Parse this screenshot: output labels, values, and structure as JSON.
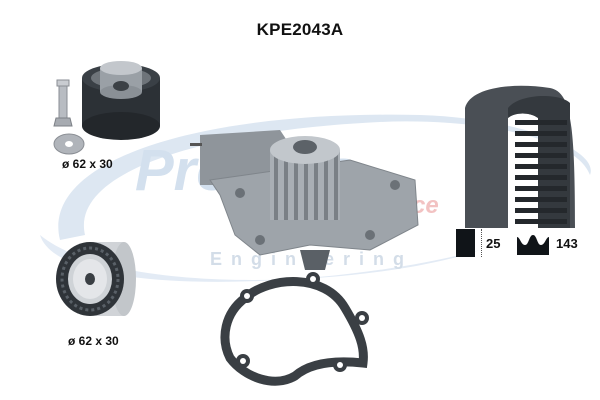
{
  "title": "KPE2043A",
  "watermark": {
    "brand": "Pro Kits",
    "subtitle": "Engineering",
    "overlay": "France",
    "swoosh_color": "#dbe6f2",
    "overlay_color": "#f0b6b6"
  },
  "components": {
    "tensioner_pulley": {
      "label": "ø 62 x 30"
    },
    "idler_pulley": {
      "label": "ø 62 x 30"
    },
    "water_pump": {
      "label": ""
    },
    "gasket": {
      "label": ""
    },
    "timing_belt": {
      "width_value": "25",
      "teeth_value": "143"
    }
  }
}
